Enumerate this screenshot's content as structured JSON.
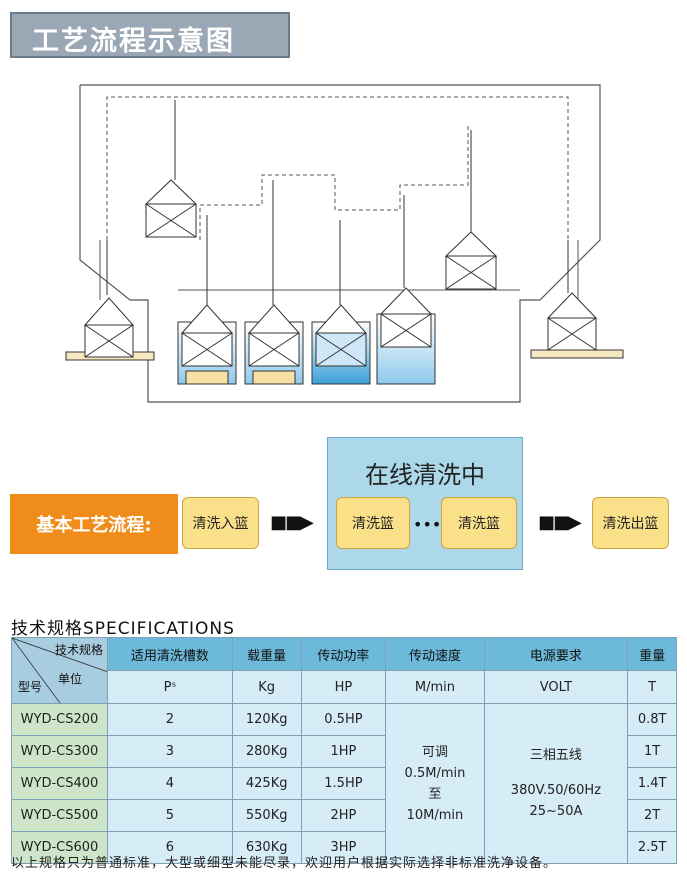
{
  "page_title": "工艺流程示意图",
  "flow": {
    "label": "基本工艺流程:",
    "online_title": "在线清洗中",
    "steps": [
      "清洗入篮",
      "清洗篮",
      "清洗篮",
      "清洗出篮"
    ],
    "ellipsis": "•••"
  },
  "spec": {
    "title": "技术规格SPECIFICATIONS",
    "corner": {
      "tech": "技术规格",
      "unit": "单位",
      "model": "型号"
    },
    "headers": [
      "适用清洗槽数",
      "载重量",
      "传动功率",
      "传动速度",
      "电源要求",
      "重量"
    ],
    "units": [
      "Pˢ",
      "Kg",
      "HP",
      "M/min",
      "VOLT",
      "T"
    ],
    "speed_lines": [
      "可调",
      "0.5M/min",
      "至",
      "10M/min"
    ],
    "power_lines": [
      "三相五线",
      "380V.50/60Hz",
      "25~50A"
    ],
    "rows": [
      {
        "model": "WYD-CS200",
        "tanks": "2",
        "load": "120Kg",
        "power": "0.5HP",
        "weight": "0.8T"
      },
      {
        "model": "WYD-CS300",
        "tanks": "3",
        "load": "280Kg",
        "power": "1HP",
        "weight": "1T"
      },
      {
        "model": "WYD-CS400",
        "tanks": "4",
        "load": "425Kg",
        "power": "1.5HP",
        "weight": "1.4T"
      },
      {
        "model": "WYD-CS500",
        "tanks": "5",
        "load": "550Kg",
        "power": "2HP",
        "weight": "2T"
      },
      {
        "model": "WYD-CS600",
        "tanks": "6",
        "load": "630Kg",
        "power": "3HP",
        "weight": "2.5T"
      }
    ],
    "footnote": "以上规格只为普通标准，大型或细型未能尽录，欢迎用户根据实际选择非标准洗净设备。"
  }
}
